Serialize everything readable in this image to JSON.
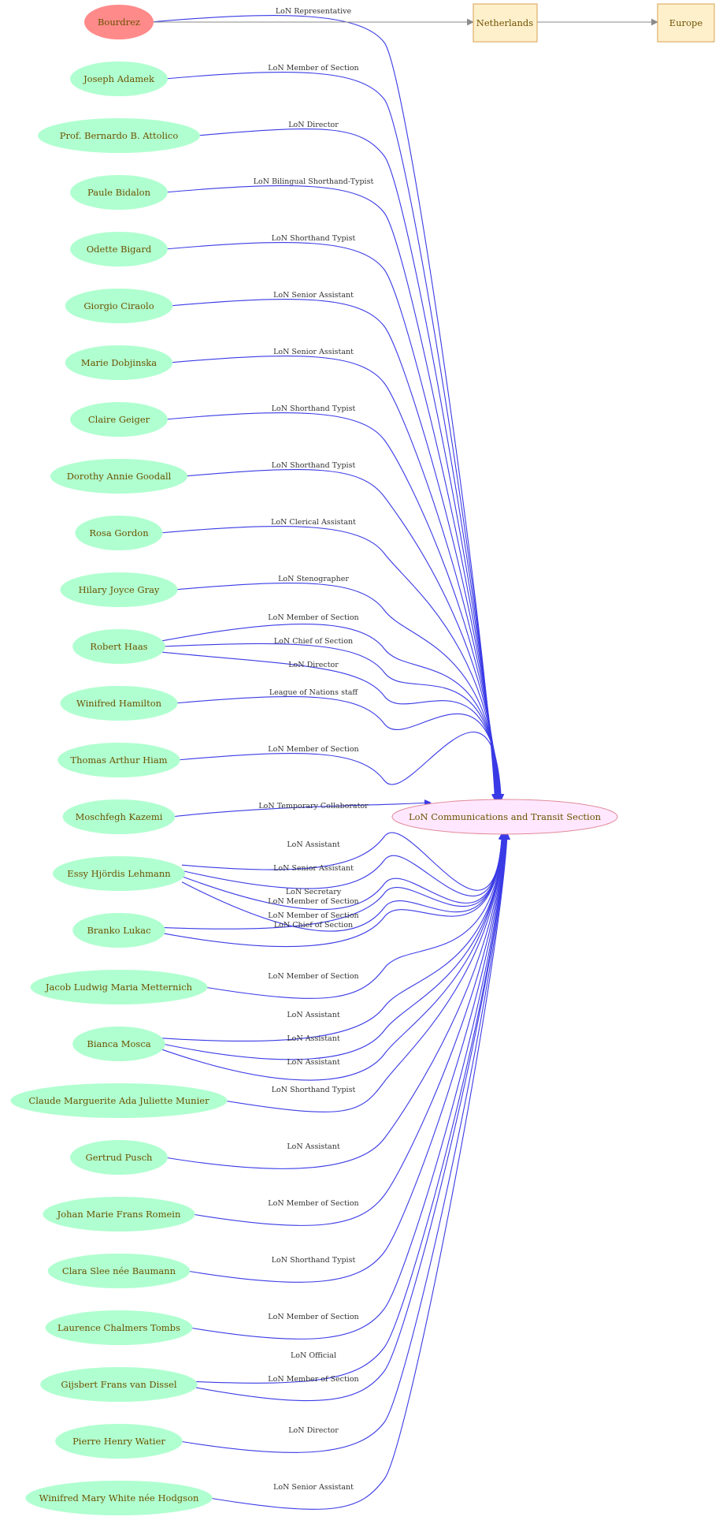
{
  "colors": {
    "person_fill": "#b0ffd0",
    "highlight_fill": "#ff8a8a",
    "section_fill": "#ffe8ff",
    "section_stroke": "#e08a9a",
    "place_fill": "#fff0cc",
    "place_stroke": "#d8a050",
    "edge": "#3a3ae6",
    "grey_edge": "#8a8a8a",
    "text": "#6b5200"
  },
  "highlight": {
    "name": "Bourdrez",
    "location": "Netherlands",
    "region": "Europe"
  },
  "section": {
    "label": "LoN Communications and Transit Section"
  },
  "people": [
    {
      "name": "Bourdrez",
      "roles": [
        "LoN Representative"
      ]
    },
    {
      "name": "Joseph Adamek",
      "roles": [
        "LoN Member of Section"
      ]
    },
    {
      "name": "Prof. Bernardo B. Attolico",
      "roles": [
        "LoN Director"
      ]
    },
    {
      "name": "Paule Bidalon",
      "roles": [
        "LoN Bilingual Shorthand-Typist"
      ]
    },
    {
      "name": "Odette Bigard",
      "roles": [
        "LoN Shorthand Typist"
      ]
    },
    {
      "name": "Giorgio Ciraolo",
      "roles": [
        "LoN Senior Assistant"
      ]
    },
    {
      "name": "Marie Dobjinska",
      "roles": [
        "LoN Senior Assistant"
      ]
    },
    {
      "name": "Claire Geiger",
      "roles": [
        "LoN Shorthand Typist"
      ]
    },
    {
      "name": "Dorothy Annie Goodall",
      "roles": [
        "LoN Shorthand Typist"
      ]
    },
    {
      "name": "Rosa Gordon",
      "roles": [
        "LoN Clerical Assistant"
      ]
    },
    {
      "name": "Hilary Joyce Gray",
      "roles": [
        "LoN Stenographer"
      ]
    },
    {
      "name": "Robert  Haas",
      "roles": [
        "LoN Member of Section",
        "LoN Chief of Section",
        "LoN Director"
      ]
    },
    {
      "name": "Winifred Hamilton",
      "roles": [
        "League of Nations staff"
      ]
    },
    {
      "name": "Thomas Arthur Hiam",
      "roles": [
        "LoN Member of Section"
      ]
    },
    {
      "name": "Moschfegh Kazemi",
      "roles": [
        "LoN Temporary Collaborator"
      ]
    },
    {
      "name": "Essy Hjördis Lehmann",
      "roles": [
        "LoN Assistant",
        "LoN Senior Assistant",
        "LoN Secretary",
        "LoN Member of Section"
      ]
    },
    {
      "name": "Branko Lukac",
      "roles": [
        "LoN Member of Section",
        "LoN Chief of Section"
      ]
    },
    {
      "name": "Jacob Ludwig Maria Metternich",
      "roles": [
        "LoN Member of Section"
      ]
    },
    {
      "name": "Bianca Mosca",
      "roles": [
        "LoN Assistant",
        "LoN Assistant",
        "LoN Assistant"
      ]
    },
    {
      "name": "Claude Marguerite Ada Juliette Munier",
      "roles": [
        "LoN Shorthand Typist"
      ]
    },
    {
      "name": "Gertrud Pusch",
      "roles": [
        "LoN Assistant"
      ]
    },
    {
      "name": "Johan Marie Frans Romein",
      "roles": [
        "LoN Member of Section"
      ]
    },
    {
      "name": "Clara Slee née Baumann",
      "roles": [
        "LoN Shorthand Typist"
      ]
    },
    {
      "name": "Laurence Chalmers Tombs",
      "roles": [
        "LoN Member of Section"
      ]
    },
    {
      "name": "Gijsbert Frans van Dissel",
      "roles": [
        "LoN Official",
        "LoN Member of Section"
      ]
    },
    {
      "name": "Pierre Henry Watier",
      "roles": [
        "LoN Director"
      ]
    },
    {
      "name": "Winifred Mary White née Hodgson",
      "roles": [
        "LoN Senior Assistant"
      ]
    }
  ]
}
